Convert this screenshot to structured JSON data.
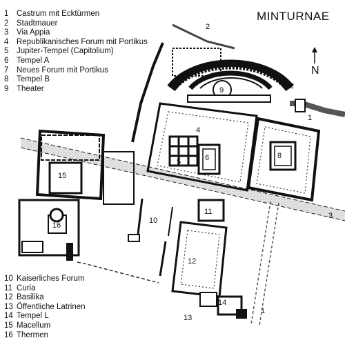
{
  "title": "MINTURNAE",
  "north_label": "N",
  "legend_top": [
    {
      "num": "1",
      "label": "Castrum mit Ecktürmen"
    },
    {
      "num": "2",
      "label": "Stadtmauer"
    },
    {
      "num": "3",
      "label": "Via Appia"
    },
    {
      "num": "4",
      "label": "Republikanisches Forum mit Portikus"
    },
    {
      "num": "5",
      "label": "Jupiter-Tempel (Capitolium)"
    },
    {
      "num": "6",
      "label": "Tempel A"
    },
    {
      "num": "7",
      "label": "Neues Forum mit Portikus"
    },
    {
      "num": "8",
      "label": "Tempel B"
    },
    {
      "num": "9",
      "label": "Theater"
    }
  ],
  "legend_bottom": [
    {
      "num": "10",
      "label": "Kaiserliches Forum"
    },
    {
      "num": "11",
      "label": "Curia"
    },
    {
      "num": "12",
      "label": "Basilika"
    },
    {
      "num": "13",
      "label": "Öffentliche Latrinen"
    },
    {
      "num": "14",
      "label": "Tempel L"
    },
    {
      "num": "15",
      "label": "Macellum"
    },
    {
      "num": "16",
      "label": "Thermen"
    }
  ],
  "map_labels": {
    "n1a": "1",
    "n1b": "1",
    "n2a": "2",
    "n2b": "2",
    "n3": "3",
    "n4": "4",
    "n5": "5",
    "n6": "6",
    "n8": "8",
    "n9": "9",
    "n10": "10",
    "n11": "11",
    "n12": "12",
    "n13": "13",
    "n14": "14",
    "n15": "15",
    "n16": "16"
  }
}
